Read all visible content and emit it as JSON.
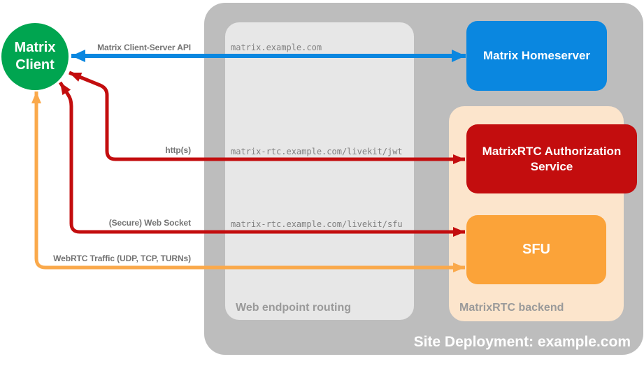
{
  "client": {
    "label": "Matrix Client"
  },
  "homeserver": {
    "label": "Matrix Homeserver"
  },
  "auth_service": {
    "label": "MatrixRTC Authorization Service"
  },
  "sfu": {
    "label": "SFU"
  },
  "routing": {
    "label": "Web endpoint routing",
    "endpoints": {
      "homeserver": "matrix.example.com",
      "jwt": "matrix-rtc.example.com/livekit/jwt",
      "sfu": "matrix-rtc.example.com/livekit/sfu"
    }
  },
  "backend": {
    "label": "MatrixRTC backend"
  },
  "deployment": {
    "label": "Site Deployment: example.com"
  },
  "arrows": {
    "client_server_api": {
      "label": "Matrix Client-Server API",
      "direction": "bidirectional"
    },
    "https": {
      "label": "http(s)",
      "direction": "bidirectional"
    },
    "websocket": {
      "label": "(Secure) Web Socket",
      "direction": "bidirectional"
    },
    "webrtc": {
      "label": "WebRTC Traffic (UDP, TCP, TURNs)",
      "direction": "bidirectional"
    }
  },
  "colors": {
    "green": "#00a550",
    "blue": "#0a87e0",
    "red": "#c30d0e",
    "sfu-orange": "#fba339",
    "arrow-orange": "#faa94b",
    "peach": "#fce5cc",
    "outer-gray": "#bdbdbd",
    "inner-gray": "#e7e7e7",
    "label-gray": "#9a9a9a",
    "mono-gray": "#808080",
    "arrow-label-gray": "#737373"
  }
}
